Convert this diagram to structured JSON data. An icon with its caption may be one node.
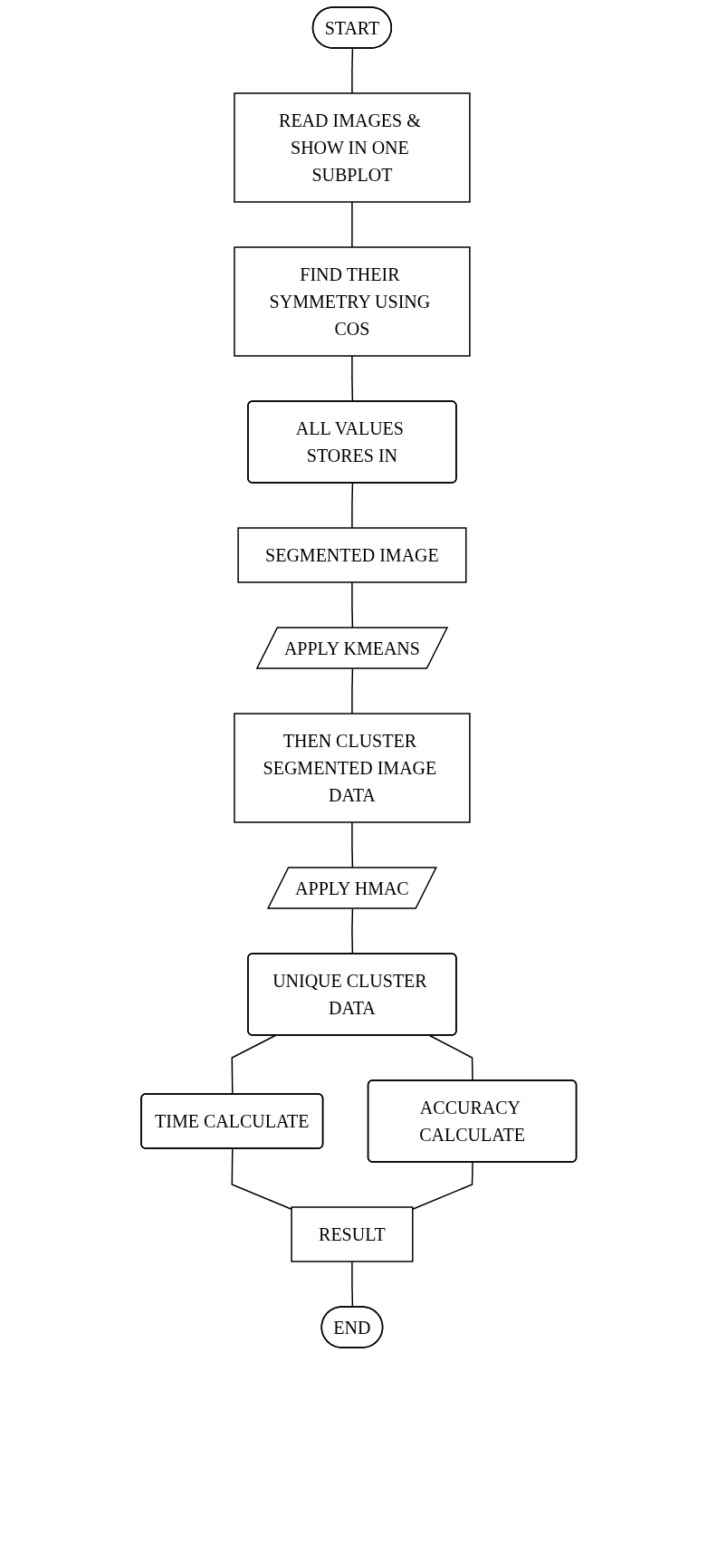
{
  "diagram": {
    "nodes": [
      {
        "text": [
          "START"
        ]
      },
      {
        "text": [
          "READ IMAGES & SHOW IN ONE SUBPLOT"
        ]
      },
      {
        "text": [
          "FIND THEIR SYMMETRY USING COS"
        ]
      },
      {
        "text": [
          "ALL VALUES STORES IN"
        ]
      },
      {
        "text": [
          "SEGMENTED IMAGE"
        ]
      },
      {
        "text": [
          "APPLY KMEANS"
        ]
      },
      {
        "text": [
          "THEN CLUSTER SEGMENTED IMAGE DATA"
        ]
      },
      {
        "text": [
          "APPLY HMAC"
        ]
      },
      {
        "text": [
          "UNIQUE CLUSTER DATA"
        ]
      },
      {
        "text": [
          "TIME CALCULATE"
        ]
      },
      {
        "text": [
          "ACCURACY CALCULATE"
        ]
      },
      {
        "text": [
          "RESULT"
        ]
      },
      {
        "text": [
          "END"
        ]
      }
    ],
    "edges": [
      {
        "from": 0,
        "to": 1,
        "arrow": "none"
      },
      {
        "from": 1,
        "to": 2,
        "arrow": "none"
      },
      {
        "from": 2,
        "to": 3,
        "arrow": "none"
      },
      {
        "from": 3,
        "to": 4,
        "arrow": "none"
      },
      {
        "from": 4,
        "to": 5,
        "arrow": "none"
      },
      {
        "from": 5,
        "to": 6,
        "arrow": "none"
      },
      {
        "from": 6,
        "to": 7,
        "arrow": "none"
      },
      {
        "from": 7,
        "to": 8,
        "arrow": "none"
      },
      {
        "from": 8,
        "to": 9,
        "arrow": "none"
      },
      {
        "from": 8,
        "to": 10,
        "arrow": "none"
      },
      {
        "from": 9,
        "to": 11,
        "arrow": "none"
      },
      {
        "from": 10,
        "to": 11,
        "arrow": "none"
      },
      {
        "from": 11,
        "to": 12,
        "arrow": "none"
      }
    ]
  }
}
